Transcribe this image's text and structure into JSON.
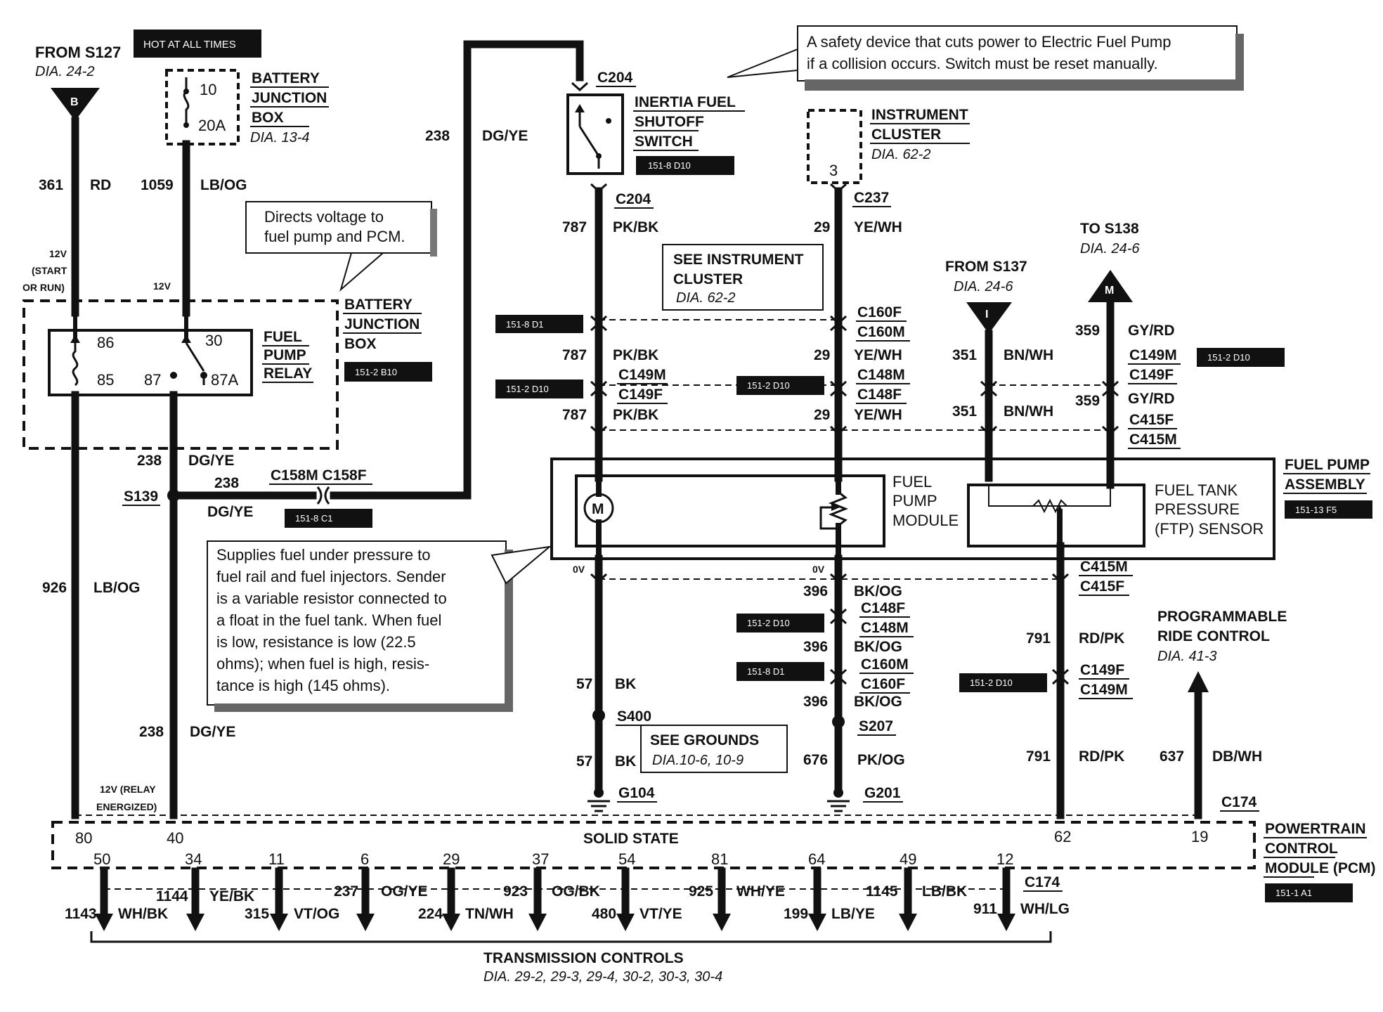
{
  "top_left": {
    "from_s127": "FROM S127",
    "from_s127_dia": "DIA. 24-2",
    "splice_b": "B",
    "hot_at_all_times": "HOT AT ALL TIMES"
  },
  "battery_junction_box_top": {
    "fuse_top": "10",
    "fuse_bottom": "20A",
    "title_1": "BATTERY",
    "title_2": "JUNCTION",
    "title_3": "BOX",
    "dia": "DIA. 13-4"
  },
  "wires_left": {
    "w361_num": "361",
    "w361_color": "RD",
    "w1059_num": "1059",
    "w1059_color": "LB/OG",
    "v12_start_a": "12V",
    "v12_start_b": "(START",
    "v12_start_c": "OR RUN)",
    "v12": "12V",
    "w238_num": "238",
    "w238_color": "DG/YE",
    "s139": "S139",
    "w238b_num": "238",
    "w238b_color": "DG/YE",
    "c158": "C158M C158F",
    "tag_c1": "151-8 C1",
    "w926_num": "926",
    "w926_color": "LB/OG",
    "w238c_num": "238",
    "w238c_color": "DG/YE",
    "relay_energized_a": "12V (RELAY",
    "relay_energized_b": "ENERGIZED)"
  },
  "note_directs": {
    "line1": "Directs voltage to",
    "line2": "fuel pump and PCM."
  },
  "relay": {
    "pin86": "86",
    "pin30": "30",
    "pin85": "85",
    "pin87": "87",
    "pin87a": "87A",
    "title_1": "FUEL",
    "title_2": "PUMP",
    "title_3": "RELAY",
    "bjb_1": "BATTERY",
    "bjb_2": "JUNCTION",
    "bjb_3": "BOX",
    "tag": "151-2 B10"
  },
  "top_wire": {
    "num": "238",
    "color": "DG/YE"
  },
  "inertia": {
    "c204_top": "C204",
    "title_1": "INERTIA FUEL",
    "title_2": "SHUTOFF",
    "title_3": "SWITCH",
    "tag": "151-8 D10",
    "c204_bottom": "C204"
  },
  "note_safety": {
    "line1": "A safety device that cuts power to  Electric Fuel Pump",
    "line2": "if a collision occurs.  Switch must be reset manually."
  },
  "instrument_cluster": {
    "title_1": "INSTRUMENT",
    "title_2": "CLUSTER",
    "dia": "DIA. 62-2",
    "pin": "3",
    "c237": "C237"
  },
  "see_ic": {
    "line1": "SEE INSTRUMENT",
    "line2": "CLUSTER",
    "dia": "DIA. 62-2"
  },
  "pump_wire": {
    "w787a_num": "787",
    "w787a_color": "PK/BK",
    "tag_d1": "151-8 D1",
    "w787b_num": "787",
    "w787b_color": "PK/BK",
    "c149m": "C149M",
    "c149f": "C149F",
    "tag_d10": "151-2 D10",
    "w787c_num": "787",
    "w787c_color": "PK/BK"
  },
  "sender_wire": {
    "w29a_num": "29",
    "w29a_color": "YE/WH",
    "c160f": "C160F",
    "c160m": "C160M",
    "w29b_num": "29",
    "w29b_color": "YE/WH",
    "c148m": "C148M",
    "c148f": "C148F",
    "tag_d10": "151-2 D10",
    "w29c_num": "29",
    "w29c_color": "YE/WH"
  },
  "right_top": {
    "from_s137": "FROM S137",
    "from_s137_dia": "DIA. 24-6",
    "splice_i": "I",
    "to_s138": "TO S138",
    "to_s138_dia": "DIA. 24-6",
    "splice_m": "M",
    "w351a_num": "351",
    "w351a_color": "BN/WH",
    "w359a_num": "359",
    "w359a_color": "GY/RD",
    "c149m": "C149M",
    "c149f": "C149F",
    "tag_d10": "151-2 D10",
    "w351b_num": "351",
    "w351b_color": "BN/WH",
    "w359b_num": "359",
    "w359b_color": "GY/RD",
    "c415f": "C415F",
    "c415m": "C415M"
  },
  "fuel_pump_assembly": {
    "motor": "M",
    "module_1": "FUEL",
    "module_2": "PUMP",
    "module_3": "MODULE",
    "ftp_1": "FUEL TANK",
    "ftp_2": "PRESSURE",
    "ftp_3": "(FTP) SENSOR",
    "title_1": "FUEL PUMP",
    "title_2": "ASSEMBLY",
    "tag": "151-13 F5"
  },
  "note_supplies": {
    "l1": "Supplies fuel under pressure to",
    "l2": "fuel rail and fuel injectors. Sender",
    "l3": "is a variable resistor connected to",
    "l4": "a float in the fuel tank. When fuel",
    "l5": "is low, resistance is low (22.5",
    "l6": "ohms); when fuel is high, resis-",
    "l7": "tance is high (145 ohms)."
  },
  "lower_pump": {
    "v0a": "0V",
    "w57a_num": "57",
    "w57a_color": "BK",
    "s400": "S400",
    "w57b_num": "57",
    "w57b_color": "BK",
    "g104": "G104"
  },
  "see_grounds": {
    "line1": "SEE GROUNDS",
    "dia": "DIA.10-6, 10-9"
  },
  "lower_sender": {
    "v0b": "0V",
    "w396a_num": "396",
    "w396a_color": "BK/OG",
    "c148f": "C148F",
    "c148m": "C148M",
    "tag_d10": "151-2 D10",
    "w396b_num": "396",
    "w396b_color": "BK/OG",
    "c160m": "C160M",
    "c160f": "C160F",
    "tag_d1": "151-8 D1",
    "w396c_num": "396",
    "w396c_color": "BK/OG",
    "s207": "S207",
    "w676_num": "676",
    "w676_color": "PK/OG",
    "g201": "G201"
  },
  "lower_right": {
    "c415m": "C415M",
    "c415f": "C415F",
    "w791a_num": "791",
    "w791a_color": "RD/PK",
    "c149f": "C149F",
    "c149m": "C149M",
    "tag_d10": "151-2 D10",
    "w791b_num": "791",
    "w791b_color": "RD/PK",
    "prc_1": "PROGRAMMABLE",
    "prc_2": "RIDE CONTROL",
    "prc_dia": "DIA. 41-3",
    "w637_num": "637",
    "w637_color": "DB/WH",
    "c174": "C174"
  },
  "pcm": {
    "solid_state": "SOLID STATE",
    "pin80": "80",
    "pin40": "40",
    "pin62": "62",
    "pin19": "19",
    "title_1": "POWERTRAIN",
    "title_2": "CONTROL",
    "title_3": "MODULE (PCM)",
    "tag": "151-1 A1",
    "pins": [
      "50",
      "34",
      "11",
      "6",
      "29",
      "37",
      "54",
      "81",
      "64",
      "49",
      "12"
    ]
  },
  "transmission": {
    "outputs": [
      {
        "num": "1143",
        "color": "WH/BK"
      },
      {
        "num": "1144",
        "color": "YE/BK"
      },
      {
        "num": "315",
        "color": "VT/OG"
      },
      {
        "num": "237",
        "color": "OG/YE"
      },
      {
        "num": "224",
        "color": "TN/WH"
      },
      {
        "num": "923",
        "color": "OG/BK"
      },
      {
        "num": "480",
        "color": "VT/YE"
      },
      {
        "num": "925",
        "color": "WH/YE"
      },
      {
        "num": "199",
        "color": "LB/YE"
      },
      {
        "num": "1145",
        "color": "LB/BK"
      },
      {
        "num": "911",
        "color": "WH/LG"
      }
    ],
    "c174": "C174",
    "title": "TRANSMISSION CONTROLS",
    "dia": "DIA. 29-2, 29-3, 29-4, 30-2, 30-3, 30-4"
  }
}
